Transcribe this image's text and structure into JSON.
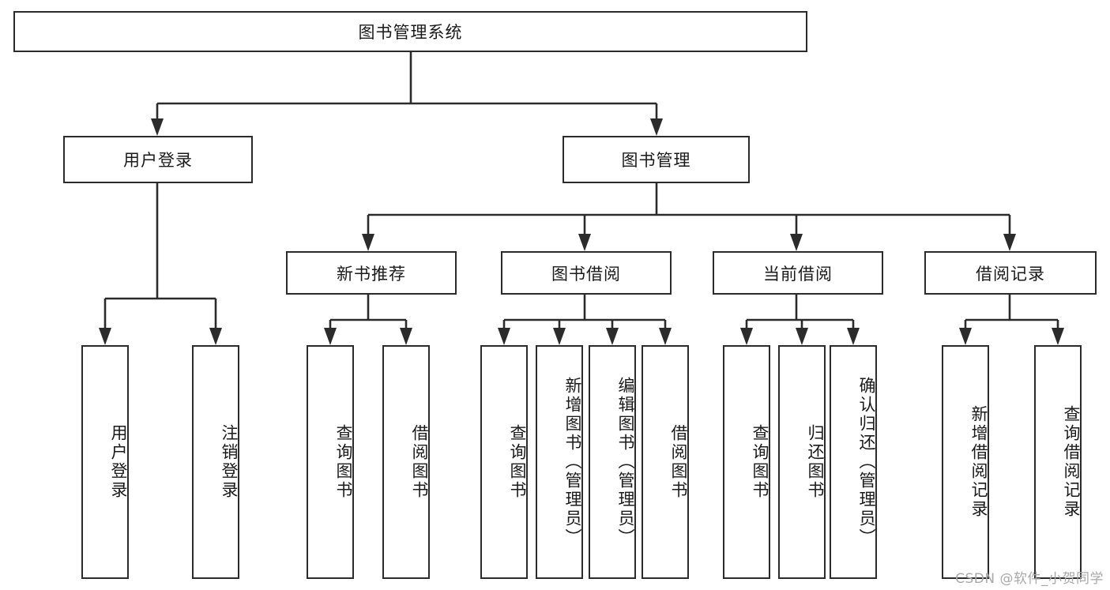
{
  "diagram": {
    "title": "图书管理系统",
    "watermark": "CSDN @软件_小贺同学",
    "type": "tree-hierarchy",
    "root": {
      "label": "图书管理系统"
    },
    "level2": [
      {
        "label": "用户登录"
      },
      {
        "label": "图书管理"
      }
    ],
    "level3": [
      {
        "label": "新书推荐"
      },
      {
        "label": "图书借阅"
      },
      {
        "label": "当前借阅"
      },
      {
        "label": "借阅记录"
      }
    ],
    "leaves": [
      {
        "label": "用户登录"
      },
      {
        "label": "注销登录"
      },
      {
        "label": "查询图书"
      },
      {
        "label": "借阅图书"
      },
      {
        "label": "查询图书"
      },
      {
        "label": "新增图书（管理员）"
      },
      {
        "label": "编辑图书（管理员）"
      },
      {
        "label": "借阅图书"
      },
      {
        "label": "查询图书"
      },
      {
        "label": "归还图书"
      },
      {
        "label": "确认归还（管理员）"
      },
      {
        "label": "新增借阅记录"
      },
      {
        "label": "查询借阅记录"
      }
    ],
    "leaf_extra": {
      "label": "查询借阅记录"
    },
    "colors": {
      "stroke": "#2b2b2b",
      "fill": "#ffffff",
      "text": "#1a1a1a",
      "watermark": "#a9a9a9"
    }
  }
}
